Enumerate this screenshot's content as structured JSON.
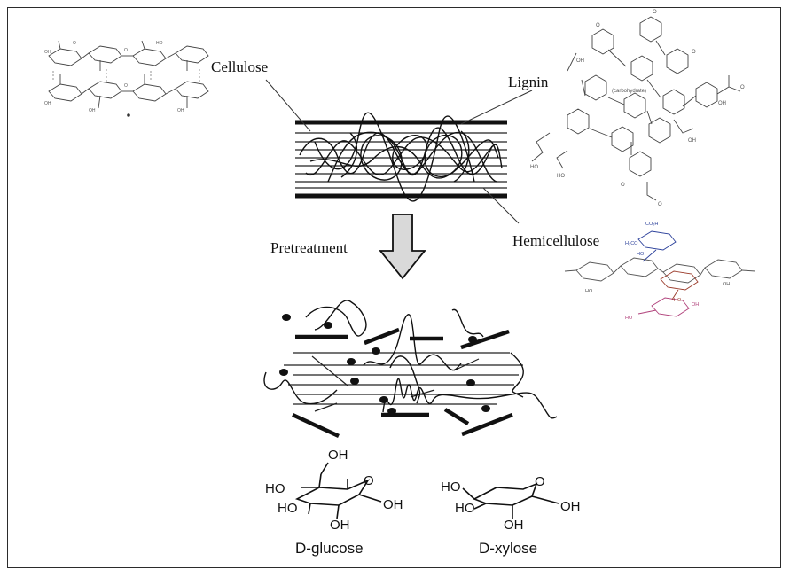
{
  "labels": {
    "cellulose": "Cellulose",
    "lignin": "Lignin",
    "hemicellulose": "Hemicellulose",
    "pretreatment": "Pretreatment"
  },
  "sugars": {
    "glucose": {
      "name": "D-glucose",
      "groups": {
        "oh_top": "OH",
        "oh_left": "HO",
        "oh_mid_left": "HO",
        "oh_bottom": "OH",
        "oh_right": "OH",
        "ring_o": "O"
      }
    },
    "xylose": {
      "name": "D-xylose",
      "groups": {
        "oh_left": "HO",
        "oh_mid_left": "HO",
        "oh_bottom": "OH",
        "oh_right": "OH",
        "ring_o": "O"
      }
    }
  },
  "colors": {
    "line": "#111111",
    "arrow_fill": "#d9d9d9",
    "hemi_blue": "#2a3f9a",
    "hemi_red": "#9a3a2a",
    "hemi_pink": "#b0407a",
    "chem_gray": "#555555"
  }
}
